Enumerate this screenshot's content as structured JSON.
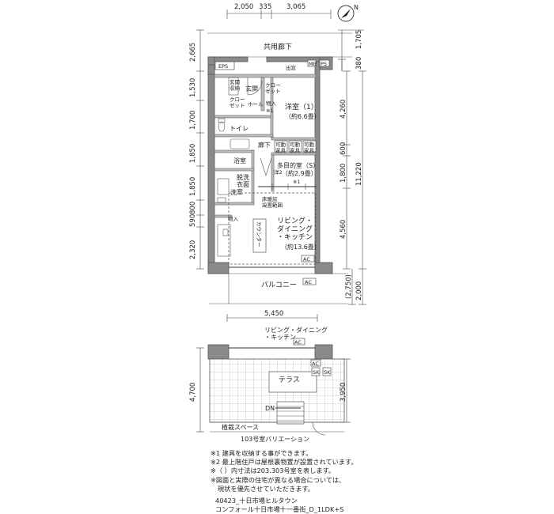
{
  "top_dims": [
    "2,050",
    "335",
    "3,065"
  ],
  "left_dims": [
    "2,665",
    "1,530",
    "1,700",
    "1,850",
    "1,850",
    "800",
    "590",
    "2,320"
  ],
  "right_dims": [
    "1,705",
    "380",
    "4,260",
    "600",
    "1,800",
    "11,220",
    "4,560",
    "(2,750)",
    "2,000"
  ],
  "bottom_dim": "5,450",
  "rooms": {
    "corridor_common": "共用廊下",
    "eps": "EPS",
    "mb": "MB",
    "ps": "PS",
    "window": "出窓",
    "storage_shoes": "玄関\n収納",
    "entrance": "玄関",
    "closet1": "クロー\nゼット",
    "closet2": "クロー\nゼット",
    "hall": "ホール",
    "mono_iri": "物入",
    "shoe_mark": "※1",
    "western_room": "洋室（1）",
    "western_size": "（約6.6畳）",
    "toilet": "トイレ",
    "hallway": "廊下",
    "movable": [
      "可動\n家具",
      "可動\n家具",
      "可動\n家具"
    ],
    "bath": "浴室",
    "multipurpose": "多目的室（S）",
    "multipurpose_size": "（約2.9畳）",
    "multipurpose_mark": "※1",
    "wardrobe_mark": "洋2",
    "wash": "脱洗\n衣面\n室",
    "laundry": "洗",
    "floor_heating": "床暖房\n設置範囲",
    "mono_iri2": "物入",
    "counter": "カウンター",
    "ldk": "リビング・\nダイニング\n・キッチン",
    "ldk_size": "（約13.6畳）",
    "ac": "AC",
    "balcony": "バルコニー",
    "ac_balcony": "AC"
  },
  "variation": {
    "ldk_label": "リビング・ダイニング\n・キッチン",
    "ac": "AC",
    "terrace": "テラス",
    "ac2": "AC",
    "sk1": "SK",
    "sk2": "SK",
    "dn": "DN",
    "planting": "植栽スペース",
    "dim_left": "4,700",
    "dim_right": "3,950",
    "caption": "103号室バリエーション"
  },
  "notes": [
    "※1 建具を収納する事ができます。",
    "※2 最上階住戸は屋根裏物置が設置されています。",
    "※（ ）内寸法は203.303号室を表します。",
    "※図面と実際の住宅が異なる場合については、",
    "現状を優先させていただきます。"
  ],
  "codes": [
    "40423_十日市場ヒルタウン",
    "コンフォール十日市場十一番街_D_1LDK+S"
  ],
  "compass_label": "N"
}
